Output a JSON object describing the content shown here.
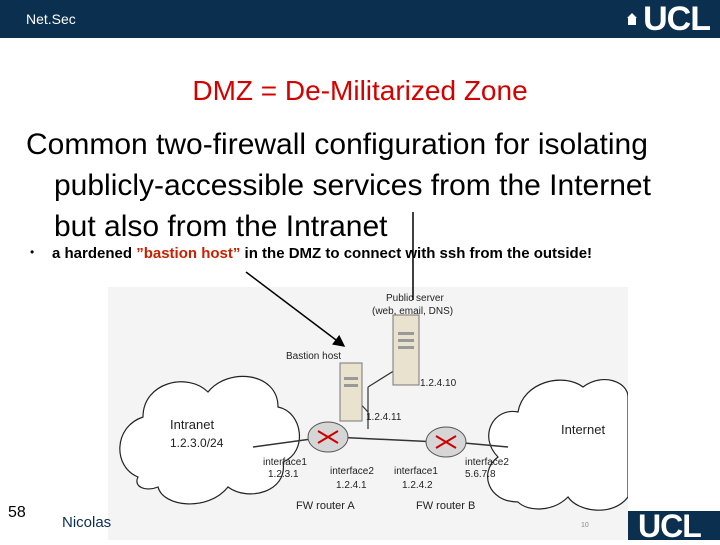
{
  "header": {
    "course": "Net.Sec",
    "logo_text": "UCL"
  },
  "title": "DMZ = De-Militarized Zone",
  "body": {
    "line1": "Common two-firewall configuration for isolating",
    "line2": "publicly-accessible services from the Internet",
    "line3": "but also from the Intranet"
  },
  "bullet": {
    "prefix": "a hardened ",
    "highlight": "”bastion host”",
    "suffix": " in the DMZ to connect with ssh from the outside!"
  },
  "diagram": {
    "public_server_label_1": "Public server",
    "public_server_label_2": "(web, email, DNS)",
    "bastion_label": "Bastion host",
    "public_ip": "1.2.4.10",
    "bastion_ip": "1.2.4.11",
    "intranet_label": "Intranet",
    "intranet_net": "1.2.3.0/24",
    "internet_label": "Internet",
    "a_if1": "interface1",
    "a_if1_ip": "1.2.3.1",
    "a_if2": "interface2",
    "a_if2_ip": "1.2.4.1",
    "b_if1": "interface1",
    "b_if1_ip": "1.2.4.2",
    "b_if2": "interface2",
    "b_if2_ip": "5.6.7.8",
    "router_a": "FW router A",
    "router_b": "FW router B"
  },
  "footer": {
    "slide_number": "58",
    "author": "Nicolas",
    "page_tag": "10",
    "logo_text": "UCL"
  },
  "colors": {
    "brand": "#0b2f4f",
    "title": "#d40000",
    "highlight": "#c82000"
  }
}
